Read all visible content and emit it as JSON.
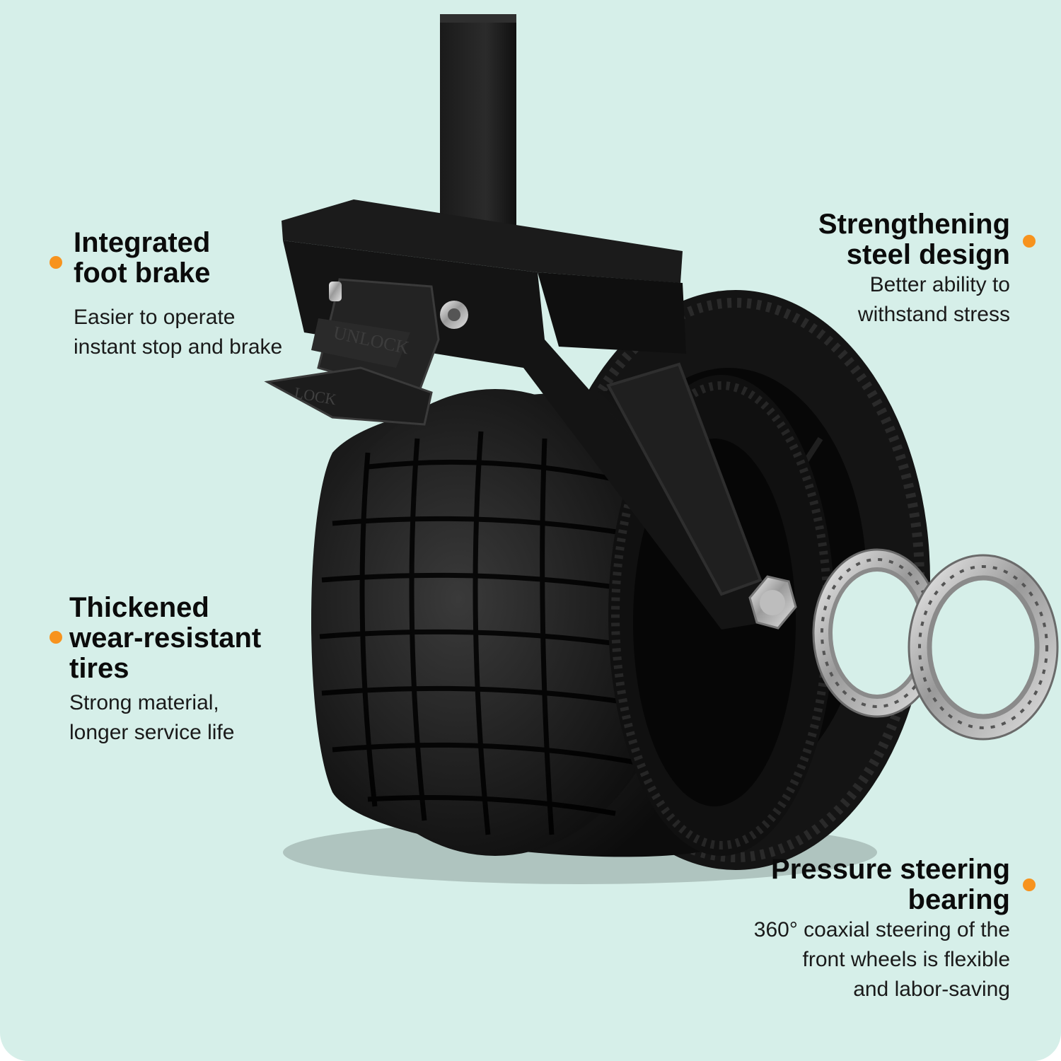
{
  "colors": {
    "background": "#d6efe9",
    "accent_dot": "#f7931e",
    "title_text": "#0b0b0b",
    "body_text": "#1a1a1a"
  },
  "product": {
    "brake_pedal_upper_text": "UNLOCK",
    "brake_pedal_lower_text": "LOCK"
  },
  "callouts": [
    {
      "title": "Integrated\nfoot brake",
      "description": "Easier to operate\ninstant stop and brake"
    },
    {
      "title": "Strengthening\nsteel design",
      "description": "Better ability to\nwithstand stress"
    },
    {
      "title": "Thickened\nwear-resistant\ntires",
      "description": "Strong material,\nlonger service life"
    },
    {
      "title": "Pressure steering\nbearing",
      "description": "360° coaxial steering of the\nfront wheels is flexible\nand labor-saving"
    }
  ]
}
